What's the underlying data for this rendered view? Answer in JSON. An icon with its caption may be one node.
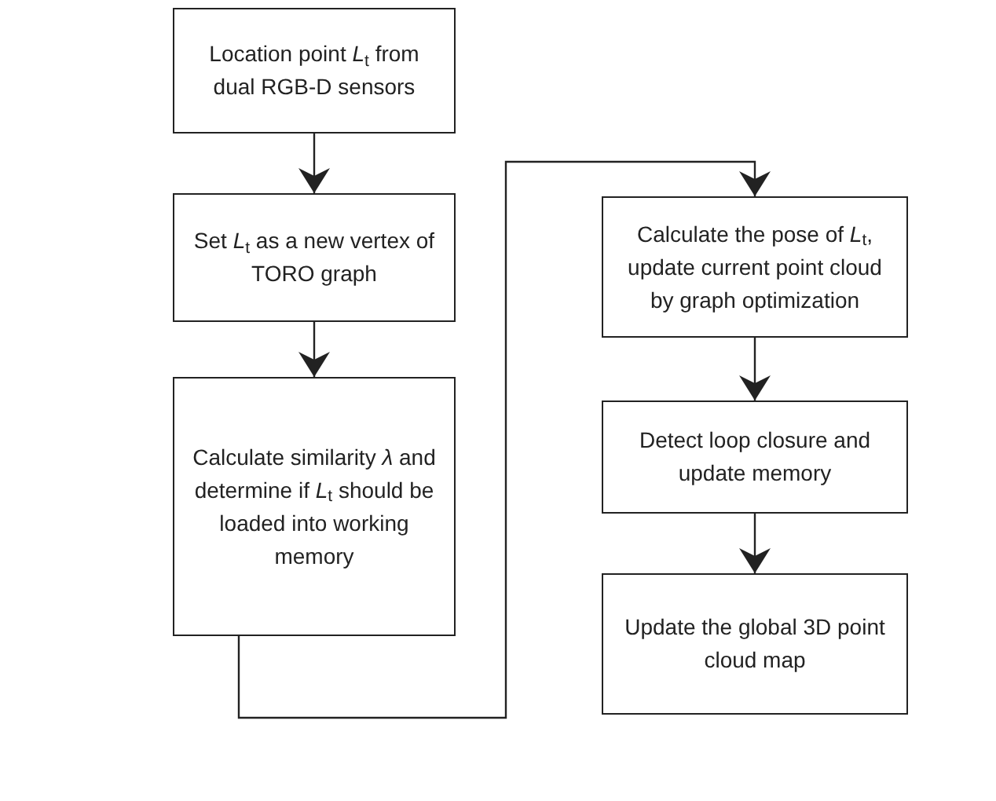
{
  "diagram": {
    "nodes": [
      {
        "text": [
          "Location point *L*$_{t}$ from dual RGB-D sensors"
        ]
      },
      {
        "text": [
          "Set *L*$_{t}$ as a new vertex of TORO graph"
        ]
      },
      {
        "text": [
          "Calculate similarity *λ* and determine if *L*$_{t}$ should be loaded into working memory"
        ]
      },
      {
        "text": [
          "Calculate the pose of *L*$_{t}$, update current point cloud by graph optimization"
        ]
      },
      {
        "text": [
          "Detect loop closure and update memory"
        ]
      },
      {
        "text": [
          "Update the global 3D point cloud map"
        ]
      }
    ],
    "edges": [
      {
        "from": 0,
        "to": 1,
        "arrow": "to"
      },
      {
        "from": 1,
        "to": 2,
        "arrow": "to"
      },
      {
        "from": 2,
        "to": 3,
        "arrow": "to"
      },
      {
        "from": 3,
        "to": 4,
        "arrow": "to"
      },
      {
        "from": 4,
        "to": 5,
        "arrow": "to"
      }
    ]
  }
}
